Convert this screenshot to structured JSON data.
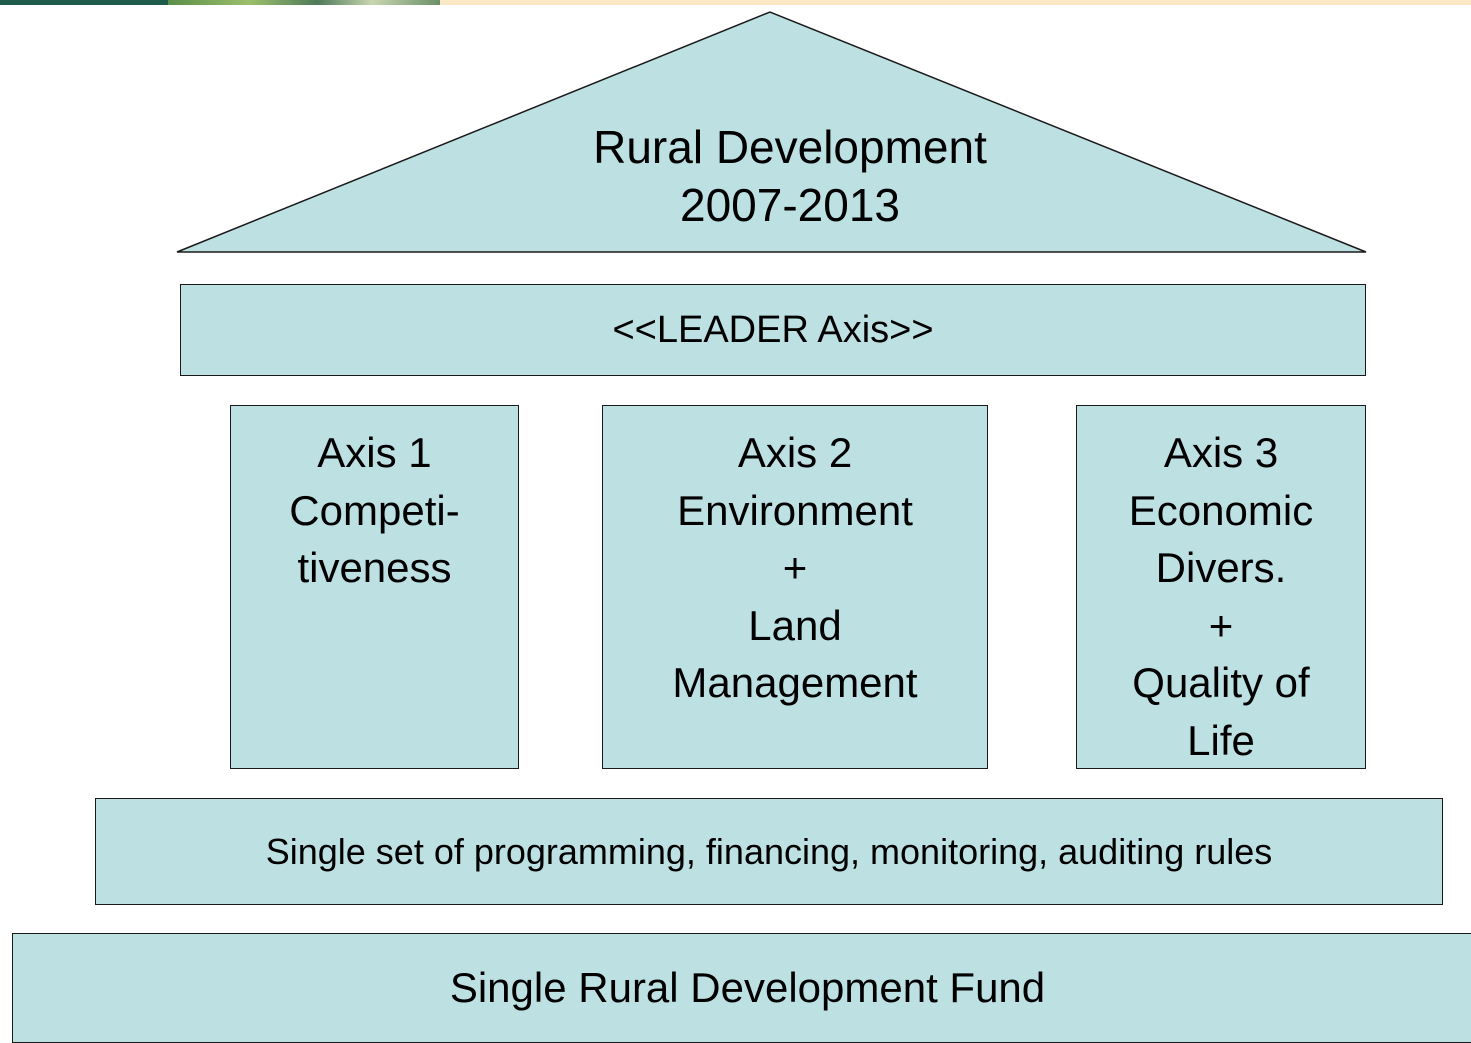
{
  "colors": {
    "fill": "#bde0e3",
    "stroke": "#1a1a1a",
    "header_green": "#1f5b4a",
    "header_cream": "#fbe8c4"
  },
  "roof": {
    "line1": "Rural Development",
    "line2": "2007-2013"
  },
  "leader": {
    "label": "<<LEADER Axis>>"
  },
  "axes": [
    {
      "lines": [
        "Axis 1",
        "Competi-",
        "tiveness"
      ]
    },
    {
      "lines": [
        "Axis 2",
        "Environment",
        "+",
        "Land",
        "Management"
      ]
    },
    {
      "lines": [
        "Axis 3",
        "Economic",
        "Divers.",
        "+",
        "Quality of",
        "Life"
      ]
    }
  ],
  "base_rules": {
    "label": "Single set of programming, financing, monitoring, auditing rules"
  },
  "base_fund": {
    "label": "Single Rural Development Fund"
  }
}
